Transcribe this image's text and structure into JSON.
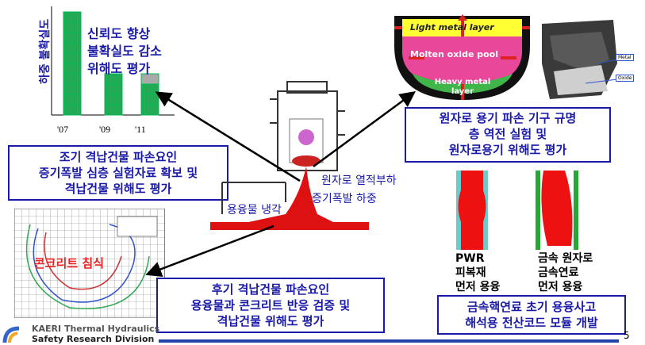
{
  "chart": {
    "ylabel": "하중 불확실도",
    "categories": [
      "'07",
      "'09",
      "'11"
    ],
    "lines": [
      "신뢰도 향상",
      "불확실도 감소",
      "위해도 평가"
    ]
  },
  "chart_data": {
    "type": "bar",
    "title": "",
    "ylabel": "하중 불확실도",
    "xlabel": "",
    "categories": [
      "'07",
      "'09",
      "'11"
    ],
    "values": [
      10,
      4,
      4
    ],
    "grey_top": [
      0,
      0,
      1
    ],
    "colors": {
      "fill": "#22aa55",
      "grey": "#aaaaaa"
    }
  },
  "vessel": {
    "layer_top": "Light metal layer",
    "layer_mid": "Molten oxide pool",
    "layer_bot": "Heavy metal layer",
    "photo_label1": "Metal",
    "photo_label2": "Oxide"
  },
  "box_right": [
    "원자로 용기 파손 기구 규명",
    "층 역전 실험 및",
    "원자로용기 위해도 평가"
  ],
  "box_left_top": [
    "조기 격납건물 파손요인",
    "증기폭발 심층 실험자료 확보 및",
    "격납건물 위해도 평가"
  ],
  "center_labels": {
    "thermal": "원자로 열적부하",
    "steam": "증기폭발 하중",
    "cooling": "용융물 냉각"
  },
  "concrete_label": "콘크리트 침식",
  "box_bottom_center": [
    "후기 격납건물 파손요인",
    "용융물과 콘크리트 반응 검증 및",
    "격납건물 위해도 평가"
  ],
  "pwr": {
    "col1": [
      "PWR",
      "피복재",
      "먼저 용융"
    ],
    "col2": [
      "금속 원자로",
      "금속연료",
      "먼저 용융"
    ]
  },
  "box_bottom_right": [
    "금속핵연료 초기 용융사고",
    "해석용 전산코드 모듈 개발"
  ],
  "footer": {
    "org1": "KAERI Thermal Hydraulics",
    "org2": "Safety Research Division",
    "page": "5"
  }
}
